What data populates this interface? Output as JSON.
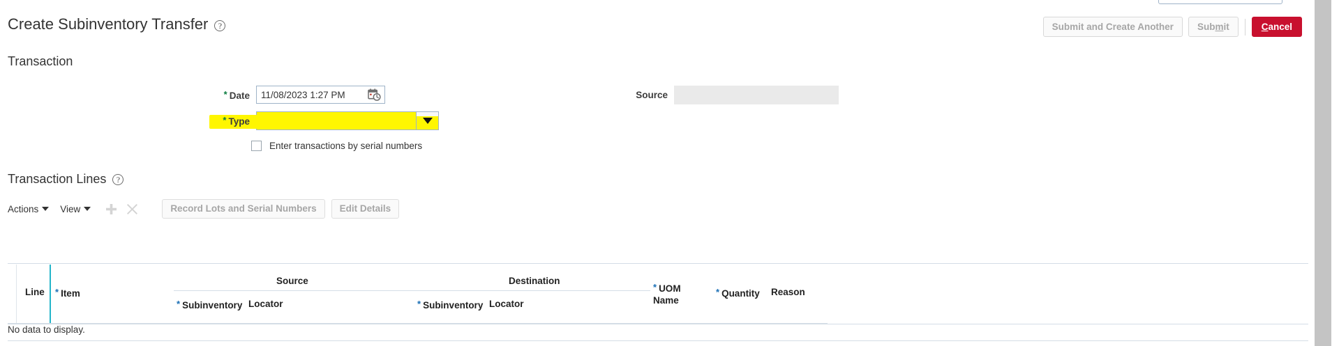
{
  "header": {
    "title": "Create Subinventory Transfer",
    "help_icon": "help-circle-icon",
    "buttons": {
      "submit_and_create_another": "Submit and Create Another",
      "submit": "Submit",
      "submit_accel": "m",
      "cancel": "Cancel",
      "cancel_accel": "C"
    }
  },
  "transaction": {
    "section_title": "Transaction",
    "date": {
      "label": "Date",
      "required_marker": "*",
      "value": "11/08/2023 1:27 PM",
      "icon": "calendar-clock-icon"
    },
    "type": {
      "label": "Type",
      "required_marker": "*",
      "value": "",
      "placeholder": "",
      "icon": "chevron-down-icon",
      "highlight_color": "#fff600"
    },
    "source": {
      "label": "Source",
      "value": "",
      "readonly": true
    },
    "serial_checkbox": {
      "label": "Enter transactions by serial numbers",
      "checked": false
    }
  },
  "transaction_lines": {
    "section_title": "Transaction Lines",
    "help_icon": "help-circle-icon",
    "toolbar": {
      "actions_label": "Actions",
      "view_label": "View",
      "add_icon": "plus-icon",
      "delete_icon": "close-x-icon",
      "record_lots_button": "Record Lots and Serial Numbers",
      "edit_details_button": "Edit Details"
    },
    "columns": {
      "line": "Line",
      "item": "Item",
      "item_required": "*",
      "source_group": "Source",
      "source_subinventory": "Subinventory",
      "source_subinventory_required": "*",
      "source_locator": "Locator",
      "destination_group": "Destination",
      "destination_subinventory": "Subinventory",
      "destination_subinventory_required": "*",
      "destination_locator": "Locator",
      "uom_name_line1": "UOM",
      "uom_name_line2": "Name",
      "uom_required": "*",
      "quantity": "Quantity",
      "quantity_required": "*",
      "reason": "Reason"
    },
    "empty_message": "No data to display."
  },
  "colors": {
    "cancel_red": "#c8102e",
    "required_green": "#0a7c3f",
    "required_blue": "#1a6fb5",
    "highlighter_yellow": "#fff600",
    "accent_divider": "#23b5c9"
  }
}
